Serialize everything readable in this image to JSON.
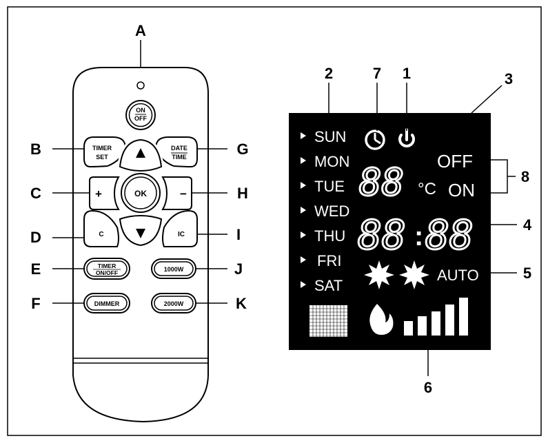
{
  "callouts": {
    "A": "A",
    "B": "B",
    "C": "C",
    "D": "D",
    "E": "E",
    "F": "F",
    "G": "G",
    "H": "H",
    "I": "I",
    "J": "J",
    "K": "K",
    "n1": "1",
    "n2": "2",
    "n3": "3",
    "n4": "4",
    "n5": "5",
    "n6": "6",
    "n7": "7",
    "n8": "8"
  },
  "remote": {
    "on_off_top": "ON",
    "on_off_bottom": "OFF",
    "timer_set_top": "TIMER",
    "timer_set_bottom": "SET",
    "date_time_top": "DATE",
    "date_time_bottom": "TIME",
    "plus": "+",
    "minus": "−",
    "ok": "OK",
    "c": "C",
    "ic": "IC",
    "timer_onoff_top": "TIMER",
    "timer_onoff_bottom": "ON/OFF",
    "w1000": "1000W",
    "dimmer": "DIMMER",
    "w2000": "2000W"
  },
  "display": {
    "days": [
      "SUN",
      "MON",
      "TUE",
      "WED",
      "THU",
      "FRI",
      "SAT"
    ],
    "temp_digits": "88",
    "celsius": "°C",
    "off": "OFF",
    "on": "ON",
    "time_hours": "88",
    "time_colon": ":",
    "time_minutes": "88",
    "auto": "AUTO"
  },
  "colors": {
    "lcd_bg": "#000000",
    "lcd_fg": "#ffffff",
    "remote_fill": "#ffffff",
    "stroke": "#000000"
  }
}
